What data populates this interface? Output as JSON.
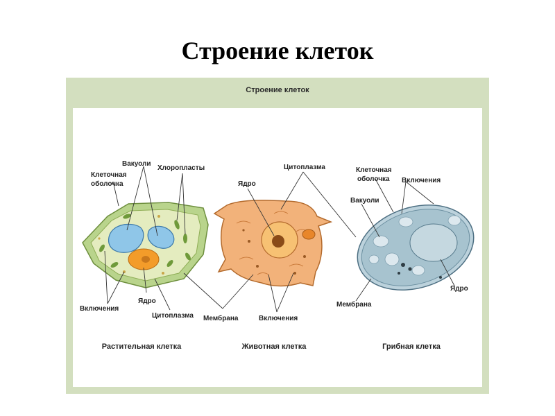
{
  "title": "Строение клеток",
  "panel_title": "Строение клеток",
  "cells": {
    "plant": {
      "caption": "Растительная клетка",
      "labels": {
        "wall": [
          "Клеточная",
          "оболочка"
        ],
        "vacuoles": "Вакуоли",
        "chloroplasts": "Хлоропласты",
        "inclusions": "Включения",
        "nucleus": "Ядро",
        "cytoplasm": "Цитоплазма"
      }
    },
    "animal": {
      "caption": "Животная клетка",
      "labels": {
        "nucleus": "Ядро",
        "cytoplasm": "Цитоплазма",
        "membrane": "Мембрана",
        "inclusions": "Включения"
      }
    },
    "fungal": {
      "caption": "Грибная клетка",
      "labels": {
        "wall": [
          "Клеточная",
          "оболочка"
        ],
        "inclusions": "Включения",
        "vacuoles": "Вакуоли",
        "nucleus": "Ядро",
        "membrane": "Мембрана"
      }
    }
  },
  "colors": {
    "panel_border": "#d3dfbf",
    "plant_wall": "#b9d48c",
    "plant_cytoplasm": "#e4ecbf",
    "vacuole": "#8fc6e8",
    "chloroplast": "#6f9a3a",
    "nucleus_orange": "#f39c2a",
    "animal_cytoplasm": "#f2b27a",
    "fungal_cytoplasm": "#a7c3cf",
    "fungal_vacuole": "#dce8ee"
  }
}
